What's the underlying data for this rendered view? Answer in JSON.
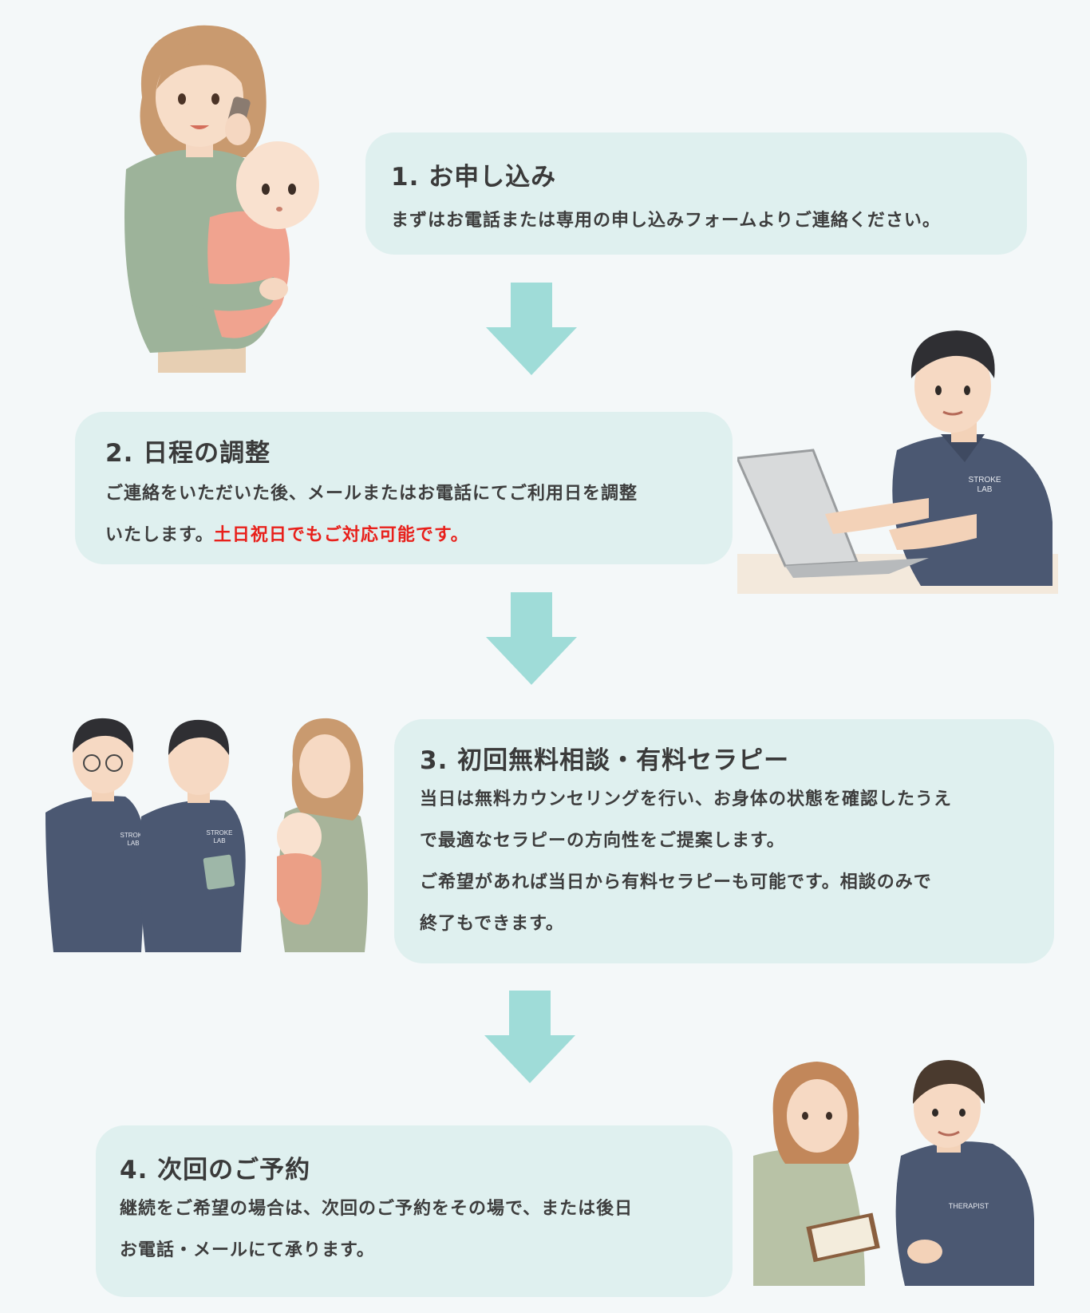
{
  "steps": [
    {
      "title": "1. お申し込み",
      "lines": [
        "まずはお電話または専用の申し込みフォームよりご連絡ください。"
      ]
    },
    {
      "title": "2. 日程の調整",
      "lines": [
        "ご連絡をいただいた後、メールまたはお電話にてご利用日を調整"
      ],
      "line2_prefix": "いたします。",
      "line2_highlight": "土日祝日でもご対応可能です。"
    },
    {
      "title": "3. 初回無料相談・有料セラピー",
      "lines": [
        "当日は無料カウンセリングを行い、お身体の状態を確認したうえ",
        "で最適なセラピーの方向性をご提案します。",
        "ご希望があれば当日から有料セラピーも可能です。相談のみで",
        "終了もできます。"
      ]
    },
    {
      "title": "4. 次回のご予約",
      "lines": [
        "継続をご希望の場合は、次回のご予約をその場で、または後日",
        "お電話・メールにて承ります。"
      ]
    }
  ],
  "shirt_labels": {
    "stroke_lab_line1": "STROKE",
    "stroke_lab_line2": "LAB",
    "therapist": "THERAPIST"
  },
  "colors": {
    "card_bg": "#dff0ef",
    "arrow": "#9fdcd8",
    "highlight": "#e8201b",
    "page_bg": "#f4f8f9"
  },
  "icons": [
    "arrow-down-icon"
  ]
}
